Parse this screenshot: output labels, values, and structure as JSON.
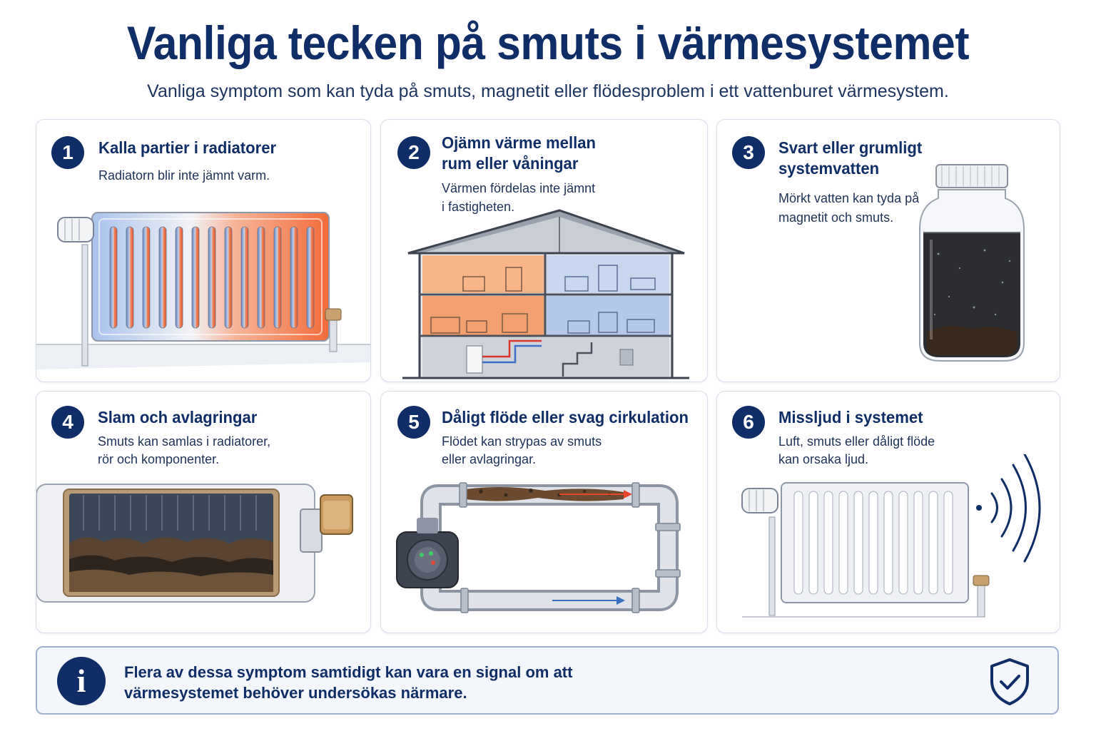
{
  "header": {
    "title": "Vanliga tecken på smuts i värmesystemet",
    "subtitle": "Vanliga symptom som kan tyda på smuts, magnetit eller flödesproblem i ett vattenburet värmesystem."
  },
  "cards": [
    {
      "number": "1",
      "title": "Kalla partier i radiatorer",
      "description": "Radiatorn blir inte jämnt varm.",
      "illustration": "half-cold-radiator"
    },
    {
      "number": "2",
      "title_line1": "Ojämn värme mellan",
      "title_line2": "rum eller våningar",
      "description_line1": "Värmen fördelas inte jämnt",
      "description_line2": "i fastigheten.",
      "illustration": "house-cross-section"
    },
    {
      "number": "3",
      "title_line1": "Svart eller grumligt",
      "title_line2": "systemvatten",
      "description_line1": "Mörkt vatten kan tyda på",
      "description_line2": "magnetit och smuts.",
      "illustration": "jar-of-dark-water"
    },
    {
      "number": "4",
      "title": "Slam och avlagringar",
      "description_line1": "Smuts kan samlas i radiatorer,",
      "description_line2": "rör och komponenter.",
      "illustration": "radiator-sludge-cutaway"
    },
    {
      "number": "5",
      "title": "Dåligt flöde eller svag cirkulation",
      "description_line1": "Flödet kan strypas av smuts",
      "description_line2": "eller avlagringar.",
      "illustration": "pipe-loop-with-pump"
    },
    {
      "number": "6",
      "title": "Missljud i systemet",
      "description_line1": "Luft, smuts eller dåligt flöde",
      "description_line2": "kan orsaka ljud.",
      "illustration": "radiator-with-sound-waves"
    }
  ],
  "banner": {
    "icon": "info-icon",
    "text_line1": "Flera av dessa symptom samtidigt kan vara en signal om att",
    "text_line2": "värmesystemet behöver undersökas närmare.",
    "badge_icon": "shield-check-icon"
  },
  "colors": {
    "navy": "#0f2d66",
    "warm": "#f26b3a",
    "cold": "#8fb0e0",
    "card_border": "#d7deea",
    "banner_bg": "#f3f6fb"
  }
}
